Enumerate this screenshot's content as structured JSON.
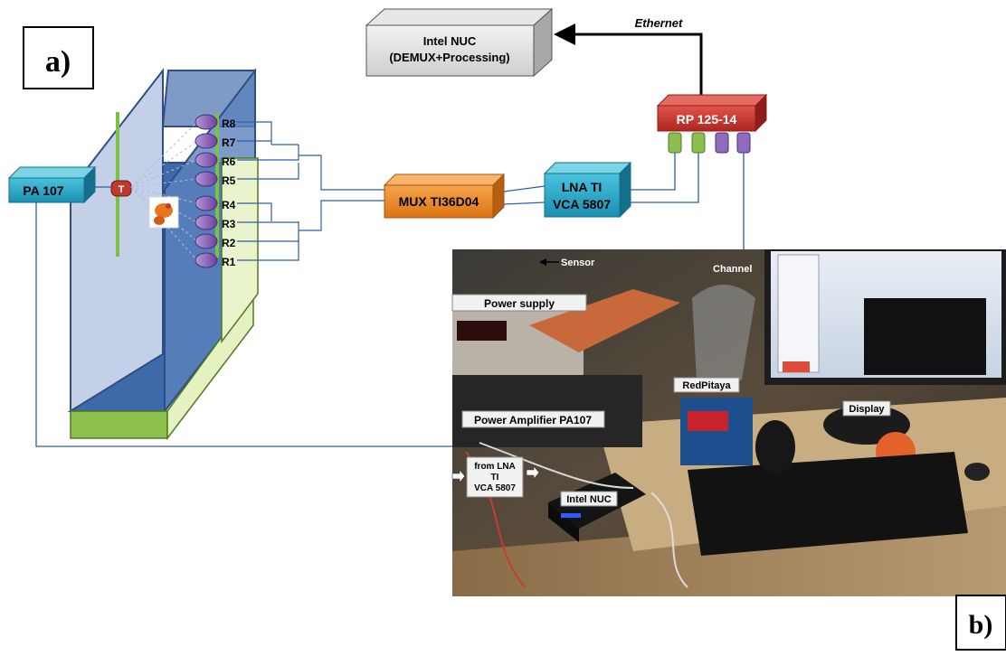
{
  "labels": {
    "panel_a": "a)",
    "panel_b": "b)",
    "nuc": "Intel NUC",
    "nuc_sub": "(DEMUX+Processing)",
    "ethernet": "Ethernet",
    "rp": "RP 125-14",
    "pa": "PA 107",
    "mux": "MUX TI36D04",
    "lna_1": "LNA TI",
    "lna_2": "VCA 5807",
    "transmitter": "T"
  },
  "receivers": [
    "R8",
    "R7",
    "R6",
    "R5",
    "R4",
    "R3",
    "R2",
    "R1"
  ],
  "photo": {
    "sensor": "Sensor",
    "channel": "Channel",
    "power_supply": "Power supply",
    "redpitaya": "RedPitaya",
    "display": "Display",
    "power_amp": "Power Amplifier PA107",
    "from_lna_1": "from LNA",
    "from_lna_2": "TI",
    "from_lna_3": "VCA 5807",
    "intel_nuc": "Intel NUC"
  },
  "colors": {
    "channel_blue": "#3d6aa8",
    "pa_cyan": "#1fa3c4",
    "mux_orange": "#e8821e",
    "rp_red": "#c9302c",
    "receiver_purple": "#7a52a8",
    "rod_green": "#8ac43f"
  }
}
